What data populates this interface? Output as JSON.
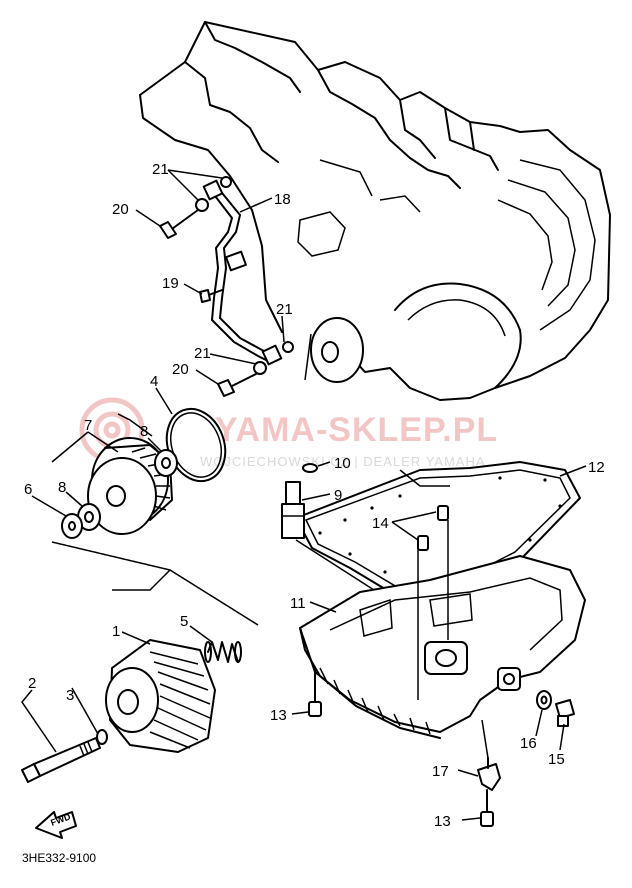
{
  "parts": [
    {
      "id": "p1",
      "label": "1"
    },
    {
      "id": "p2",
      "label": "2"
    },
    {
      "id": "p3",
      "label": "3"
    },
    {
      "id": "p4",
      "label": "4"
    },
    {
      "id": "p5",
      "label": "5"
    },
    {
      "id": "p6",
      "label": "6"
    },
    {
      "id": "p7",
      "label": "7"
    },
    {
      "id": "p8a",
      "label": "8"
    },
    {
      "id": "p8b",
      "label": "8"
    },
    {
      "id": "p9",
      "label": "9"
    },
    {
      "id": "p10",
      "label": "10"
    },
    {
      "id": "p11",
      "label": "11"
    },
    {
      "id": "p12",
      "label": "12"
    },
    {
      "id": "p13a",
      "label": "13"
    },
    {
      "id": "p13b",
      "label": "13"
    },
    {
      "id": "p14",
      "label": "14"
    },
    {
      "id": "p15",
      "label": "15"
    },
    {
      "id": "p16",
      "label": "16"
    },
    {
      "id": "p17",
      "label": "17"
    },
    {
      "id": "p18",
      "label": "18"
    },
    {
      "id": "p19",
      "label": "19"
    },
    {
      "id": "p20a",
      "label": "20"
    },
    {
      "id": "p20b",
      "label": "20"
    },
    {
      "id": "p21a",
      "label": "21"
    },
    {
      "id": "p21b",
      "label": "21"
    },
    {
      "id": "p21c",
      "label": "21"
    }
  ],
  "watermark": {
    "brand": "YAMA-SKLEP.PL",
    "dealer": "WOJCIECHOWSKI.CZ | DEALER YAMAHA"
  },
  "fwd_label": "FWD",
  "diagram_code": "3HE332-9100",
  "colors": {
    "line": "#000000",
    "background": "#ffffff",
    "watermark_logo": "#f3c6c6",
    "watermark_text": "#d9d9d9"
  }
}
